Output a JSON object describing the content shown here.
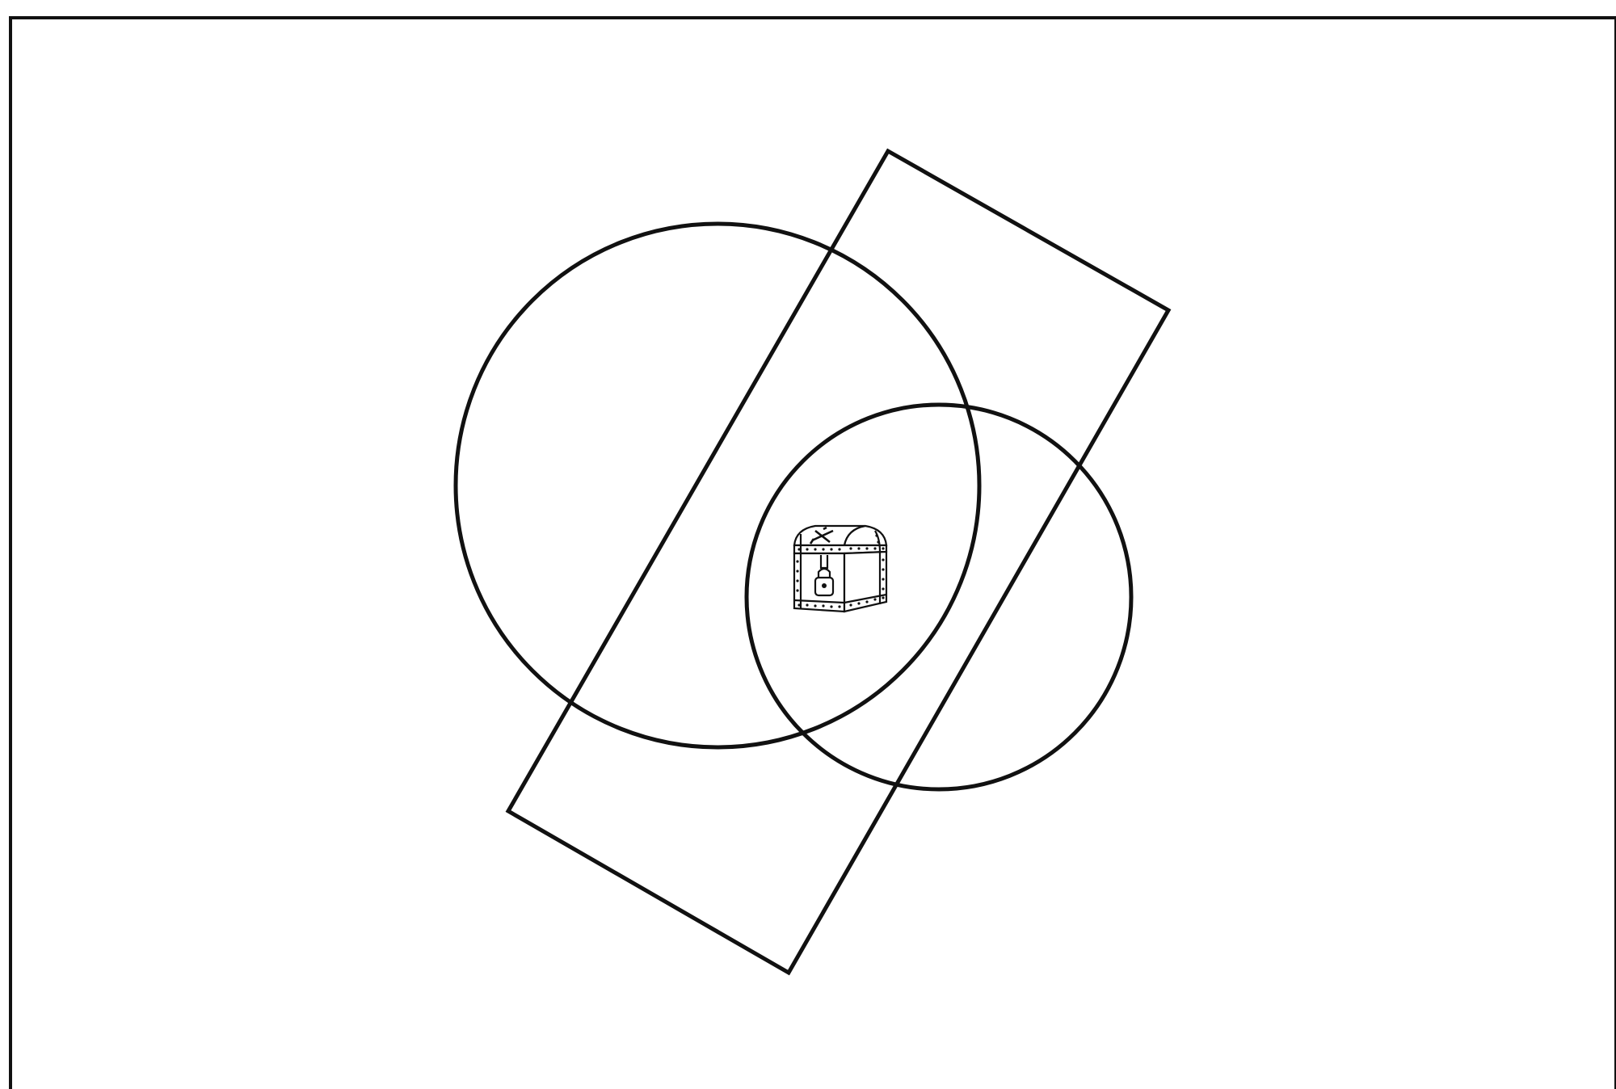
{
  "figure": {
    "kind": "treasure-map puzzle diagram",
    "shapes": [
      {
        "name": "large-circle",
        "type": "circle"
      },
      {
        "name": "small-circle",
        "type": "circle"
      },
      {
        "name": "tilted-rectangle",
        "type": "rectangle"
      }
    ],
    "marker": {
      "icon": "treasure-chest-icon"
    }
  },
  "colors": {
    "ink": "#111111",
    "paper": "#ffffff"
  }
}
